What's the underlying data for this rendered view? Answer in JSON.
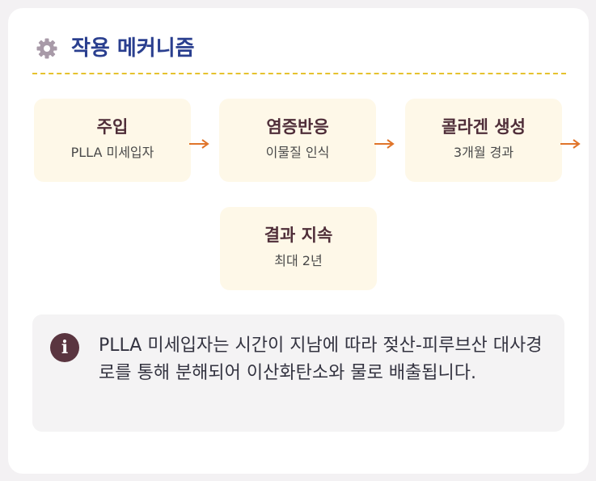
{
  "header": {
    "title": "작용 메커니즘",
    "icon": "gear-icon"
  },
  "colors": {
    "title": "#2a3f8f",
    "divider": "#e6c22e",
    "step_bg": "#fef8e8",
    "step_title": "#4f2e39",
    "arrow": "#e0742a",
    "info_icon_bg": "#5a3540"
  },
  "steps": [
    {
      "title": "주입",
      "subtitle": "PLLA 미세입자"
    },
    {
      "title": "염증반응",
      "subtitle": "이물질 인식"
    },
    {
      "title": "콜라겐 생성",
      "subtitle": "3개월 경과"
    },
    {
      "title": "결과 지속",
      "subtitle": "최대 2년"
    }
  ],
  "info": {
    "icon": "info-icon",
    "icon_glyph": "i",
    "text": "PLLA 미세입자는 시간이 지남에 따라 젖산-피루브산 대사경로를 통해 분해되어 이산화탄소와 물로 배출됩니다."
  }
}
